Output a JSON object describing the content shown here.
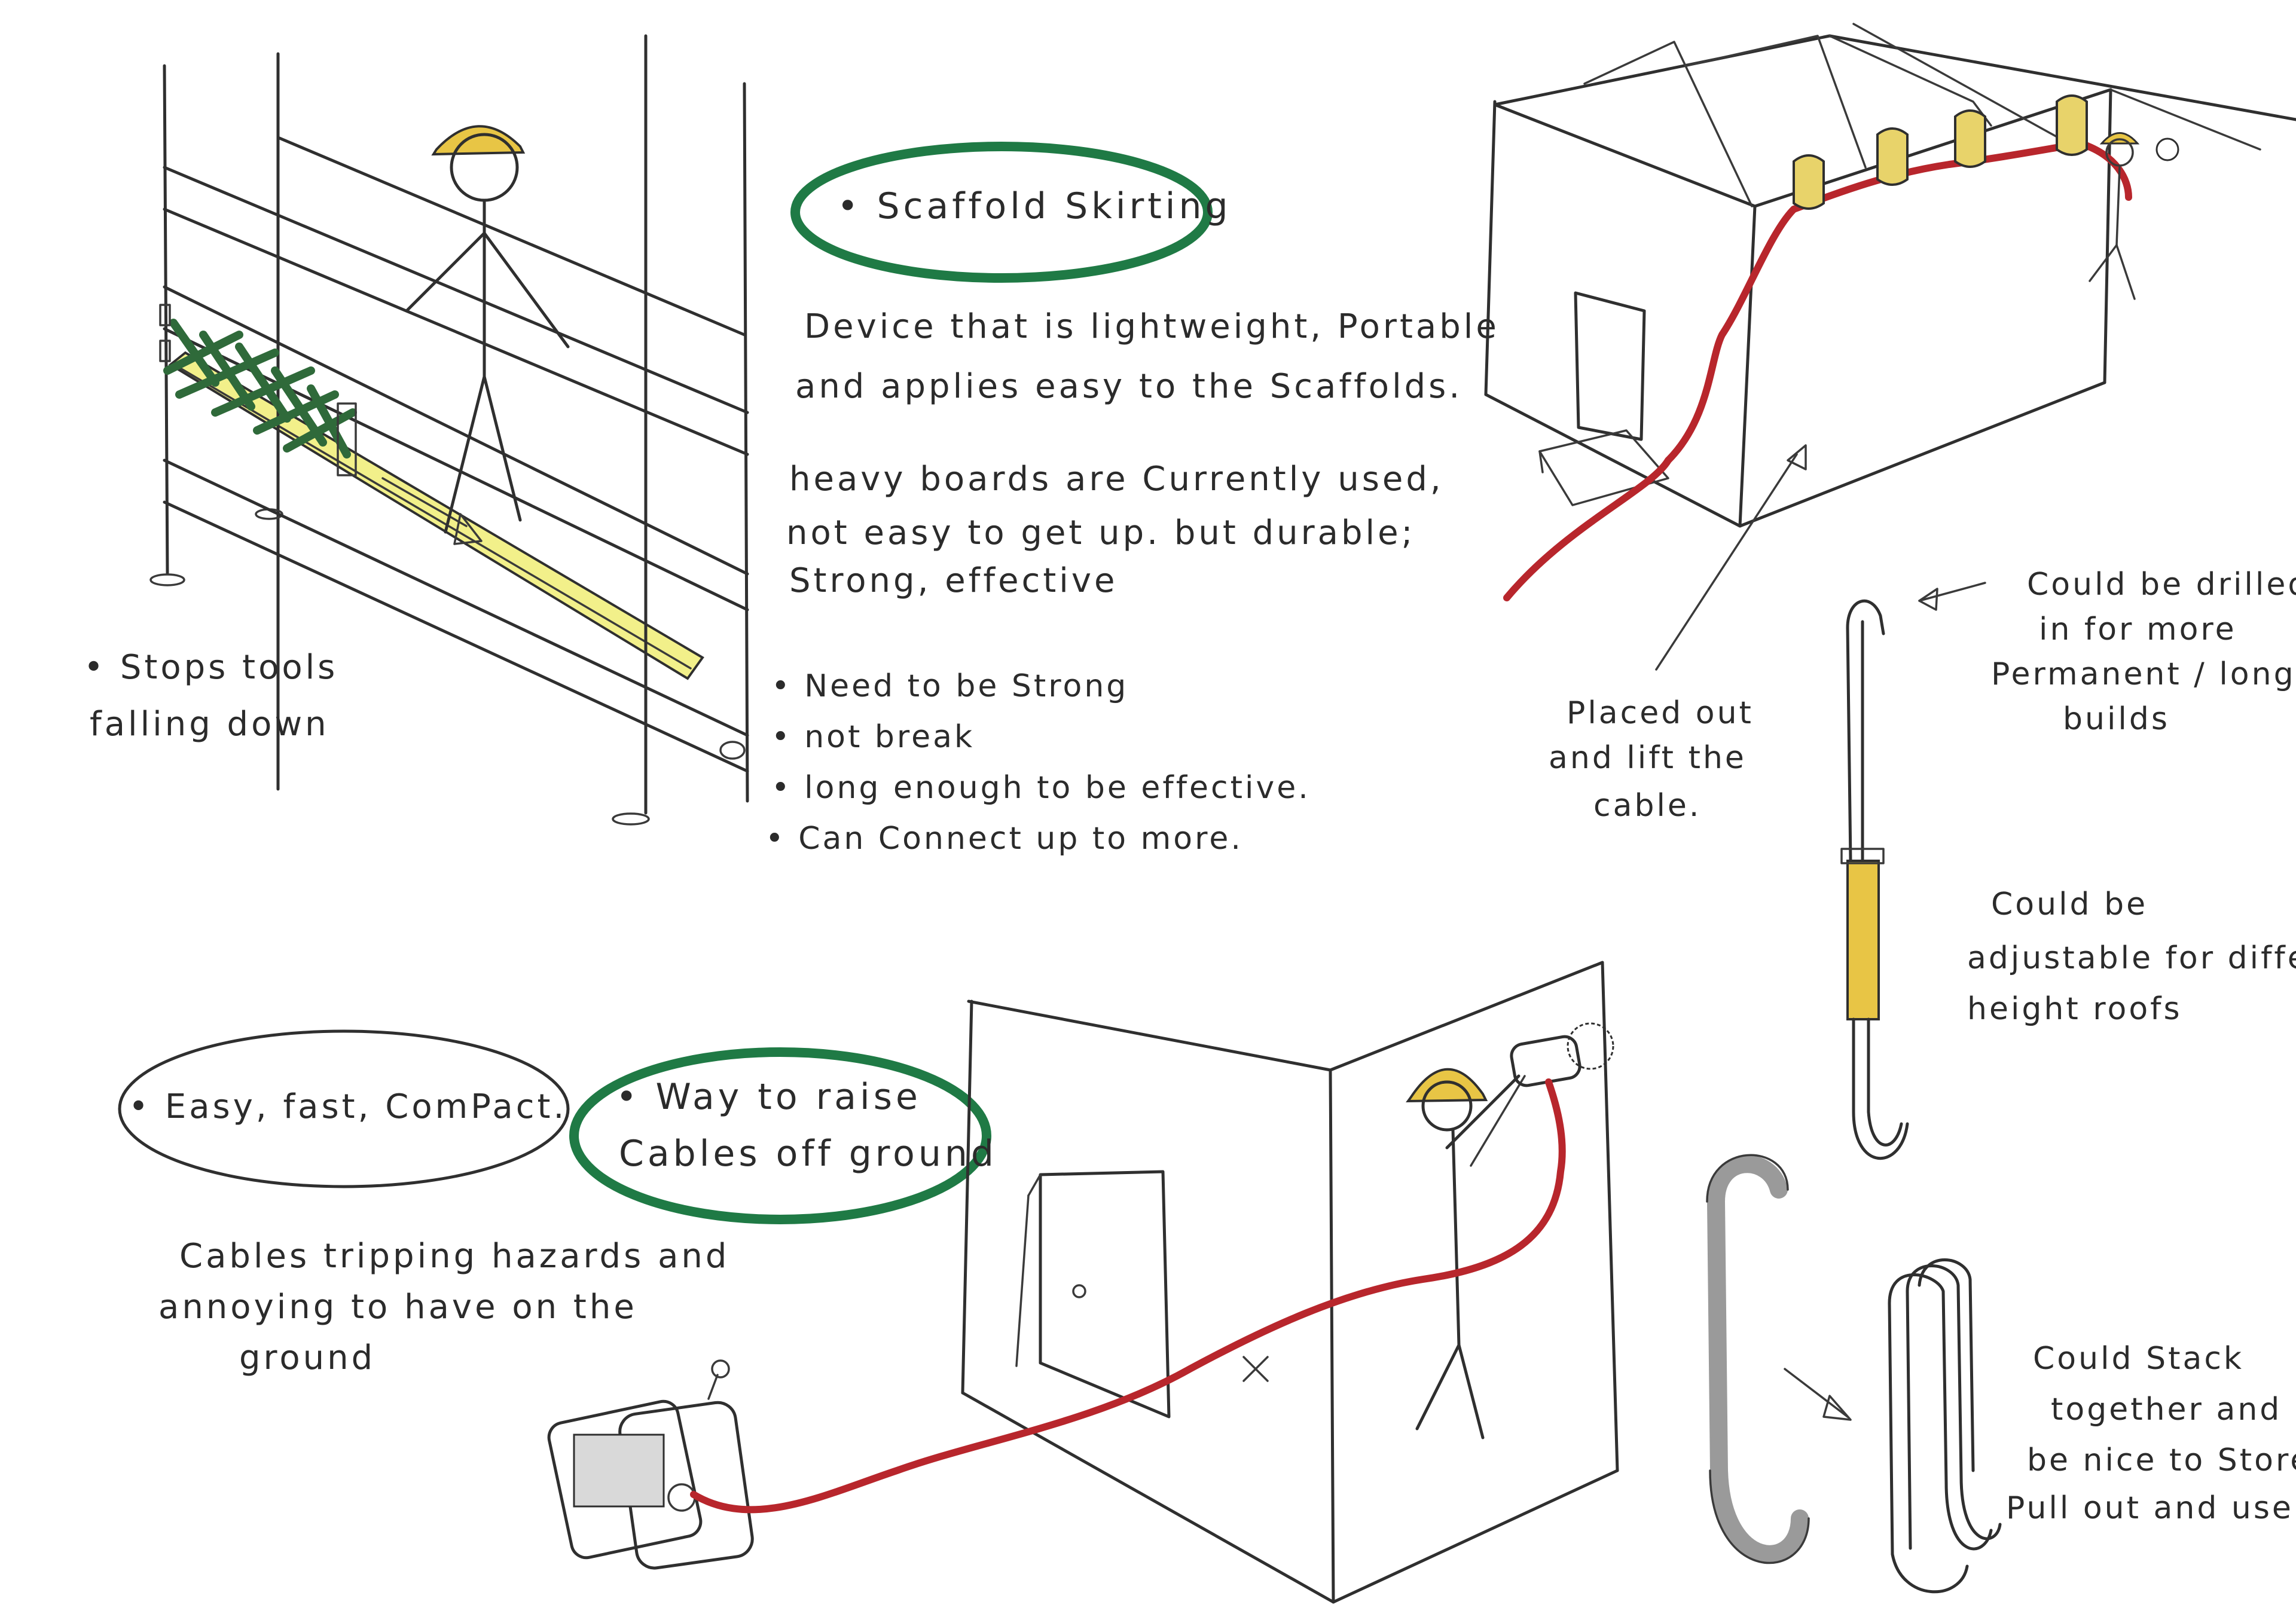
{
  "colors": {
    "ink": "#2f2f2f",
    "highlight_yellow": "#f2f08a",
    "helmet_yellow": "#e8c545",
    "green_circle": "#1f7a45",
    "skirting_green": "#2f6a3a",
    "cable_red": "#b8262c",
    "grey_hook": "#9a9a9a"
  },
  "icons": {
    "worker": "stick-figure-icon",
    "helmet": "hard-hat-icon",
    "generator": "generator-icon",
    "door": "door-icon"
  },
  "scaffold": {
    "title": "• Scaffold Skirting",
    "description": [
      "Device that is lightweight, Portable",
      "and applies easy to the Scaffolds."
    ],
    "current": [
      "heavy boards are Currently used,",
      "not easy to get up. but durable;",
      "Strong, effective"
    ],
    "stops_tools": [
      "• Stops tools",
      "falling down"
    ],
    "requirements": [
      "• Need to be Strong",
      "• not break",
      "• long enough to be effective.",
      "• Can Connect up to more."
    ]
  },
  "roof_sketch": {
    "placed_note": [
      "Placed out",
      "and lift the",
      "cable."
    ]
  },
  "hook": {
    "drilled_note": [
      "Could be drilled",
      "in for more",
      "Permanent / longer",
      "builds"
    ],
    "adjustable_note": [
      "Could be",
      "adjustable for different",
      "height roofs"
    ]
  },
  "cables": {
    "title": [
      "• Way to raise",
      "Cables off ground"
    ],
    "features": "• Easy, fast, ComPact.",
    "problem": [
      "Cables tripping hazards and",
      "annoying to have on the",
      "ground"
    ]
  },
  "stack": {
    "note": [
      "Could Stack",
      "together and",
      "be nice to Store,",
      "Pull out and use"
    ]
  }
}
